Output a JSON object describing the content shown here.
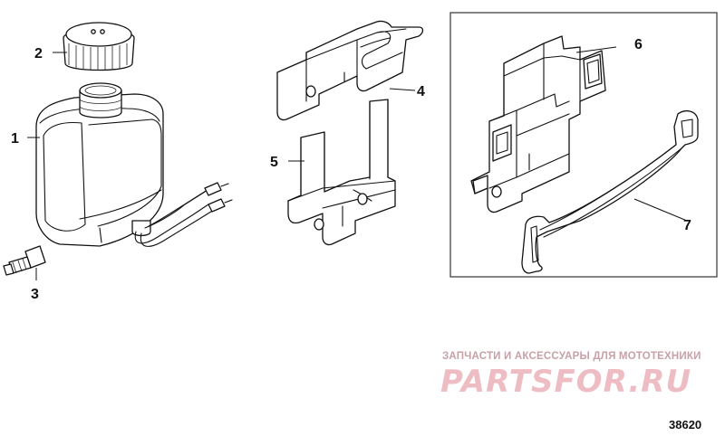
{
  "callouts": {
    "c1": "1",
    "c2": "2",
    "c3": "3",
    "c4": "4",
    "c5": "5",
    "c6": "6",
    "c7": "7"
  },
  "watermark": {
    "tagline": "ЗАПЧАСТИ И АКСЕССУАРЫ ДЛЯ МОТОТЕХНИКИ",
    "logo": "PARTSFOR.RU",
    "color": "#e8a9b3"
  },
  "figure_number": "38620"
}
